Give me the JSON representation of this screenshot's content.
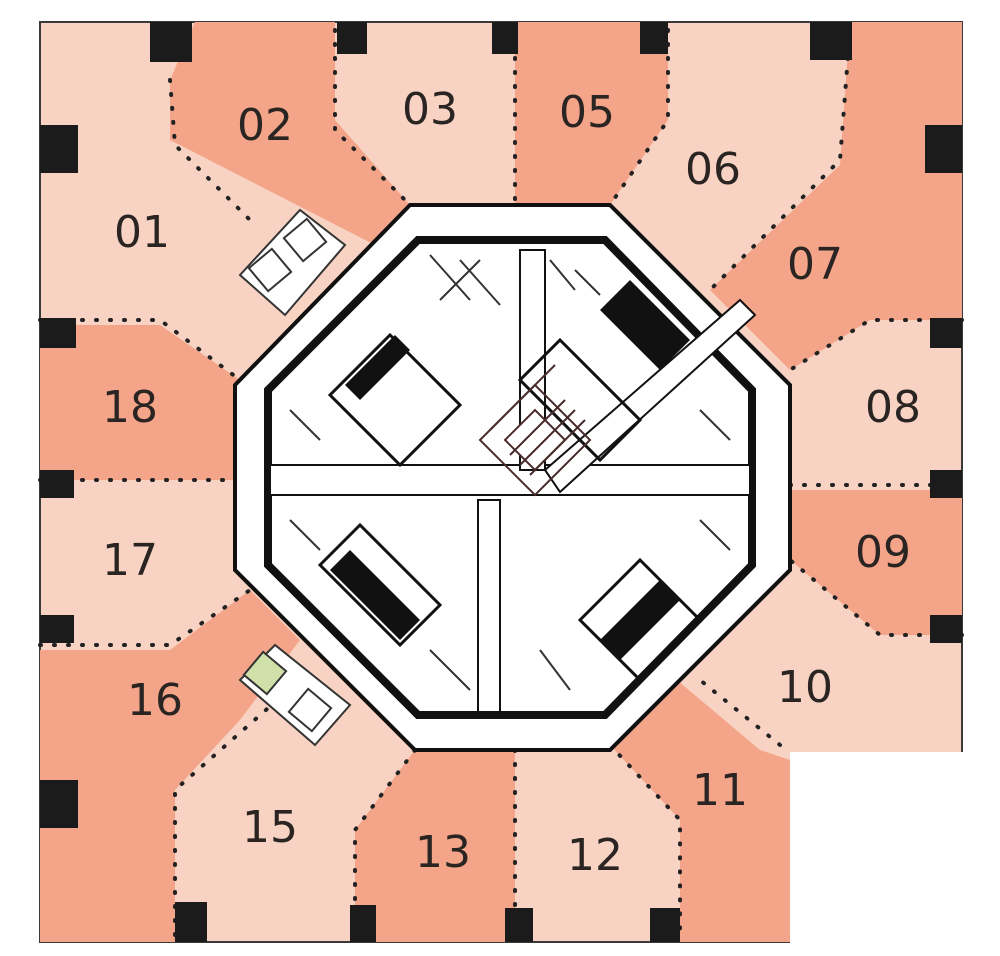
{
  "colors": {
    "light": "#f8d3c3",
    "dark": "#f4a589",
    "column": "#1b1b1b",
    "outline": "#3a3a3a",
    "core_fill": "#ffffff",
    "core_wall": "#111111",
    "dots": "#222222"
  },
  "units": [
    {
      "id": "01",
      "label": "01",
      "tone": "light"
    },
    {
      "id": "02",
      "label": "02",
      "tone": "dark"
    },
    {
      "id": "03",
      "label": "03",
      "tone": "light"
    },
    {
      "id": "05",
      "label": "05",
      "tone": "dark"
    },
    {
      "id": "06",
      "label": "06",
      "tone": "light"
    },
    {
      "id": "07",
      "label": "07",
      "tone": "dark"
    },
    {
      "id": "08",
      "label": "08",
      "tone": "light"
    },
    {
      "id": "09",
      "label": "09",
      "tone": "dark"
    },
    {
      "id": "10",
      "label": "10",
      "tone": "light"
    },
    {
      "id": "11",
      "label": "11",
      "tone": "dark"
    },
    {
      "id": "12",
      "label": "12",
      "tone": "light"
    },
    {
      "id": "13",
      "label": "13",
      "tone": "dark"
    },
    {
      "id": "15",
      "label": "15",
      "tone": "light"
    },
    {
      "id": "16",
      "label": "16",
      "tone": "dark"
    },
    {
      "id": "17",
      "label": "17",
      "tone": "light"
    },
    {
      "id": "18",
      "label": "18",
      "tone": "dark"
    }
  ]
}
